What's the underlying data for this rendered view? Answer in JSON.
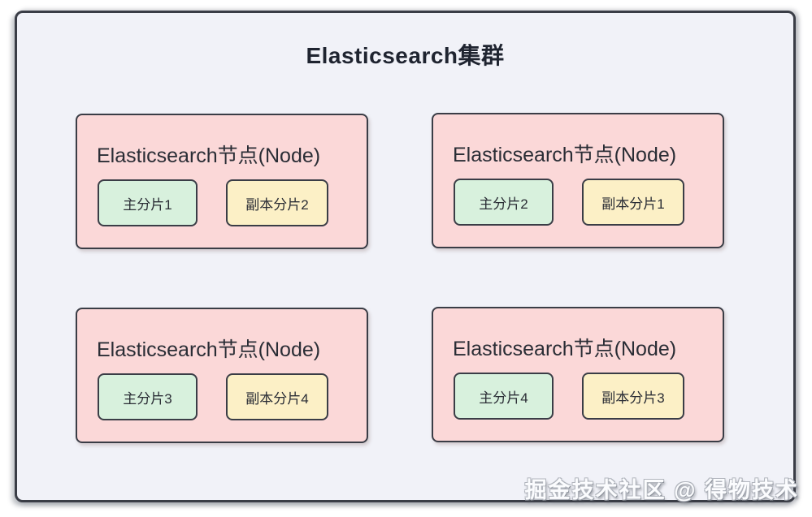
{
  "title": "Elasticsearch集群",
  "nodes": [
    {
      "title": "Elasticsearch节点(Node)",
      "primary_shard": "主分片1",
      "replica_shard": "副本分片2"
    },
    {
      "title": "Elasticsearch节点(Node)",
      "primary_shard": "主分片2",
      "replica_shard": "副本分片1"
    },
    {
      "title": "Elasticsearch节点(Node)",
      "primary_shard": "主分片3",
      "replica_shard": "副本分片4"
    },
    {
      "title": "Elasticsearch节点(Node)",
      "primary_shard": "主分片4",
      "replica_shard": "副本分片3"
    }
  ],
  "watermark": "掘金技术社区 @ 得物技术",
  "colors": {
    "canvas_background": "#f1f2f8",
    "node_fill": "#fbd8d8",
    "primary_shard_fill": "#d8f1dd",
    "replica_shard_fill": "#fcf0c6",
    "border": "#3a3d46",
    "title_text": "#1f2430"
  }
}
